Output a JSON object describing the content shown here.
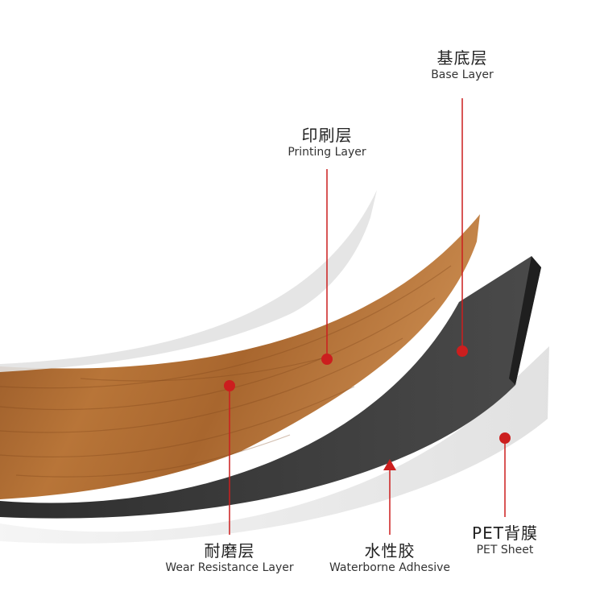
{
  "diagram": {
    "colors": {
      "leader": "#cc1e1e",
      "wood_dark": "#9a5a26",
      "wood_light": "#c98a4e",
      "base_layer": "#3a3a3a",
      "film": "#ececec"
    },
    "labels": {
      "base_layer": {
        "zh": "基底层",
        "en": "Base Layer"
      },
      "printing_layer": {
        "zh": "印刷层",
        "en": "Printing Layer"
      },
      "wear_layer": {
        "zh": "耐磨层",
        "en": "Wear Resistance Layer"
      },
      "adhesive": {
        "zh": "水性胶",
        "en": "Waterborne Adhesive"
      },
      "pet_sheet": {
        "zh": "PET背膜",
        "en": "PET Sheet"
      }
    }
  }
}
